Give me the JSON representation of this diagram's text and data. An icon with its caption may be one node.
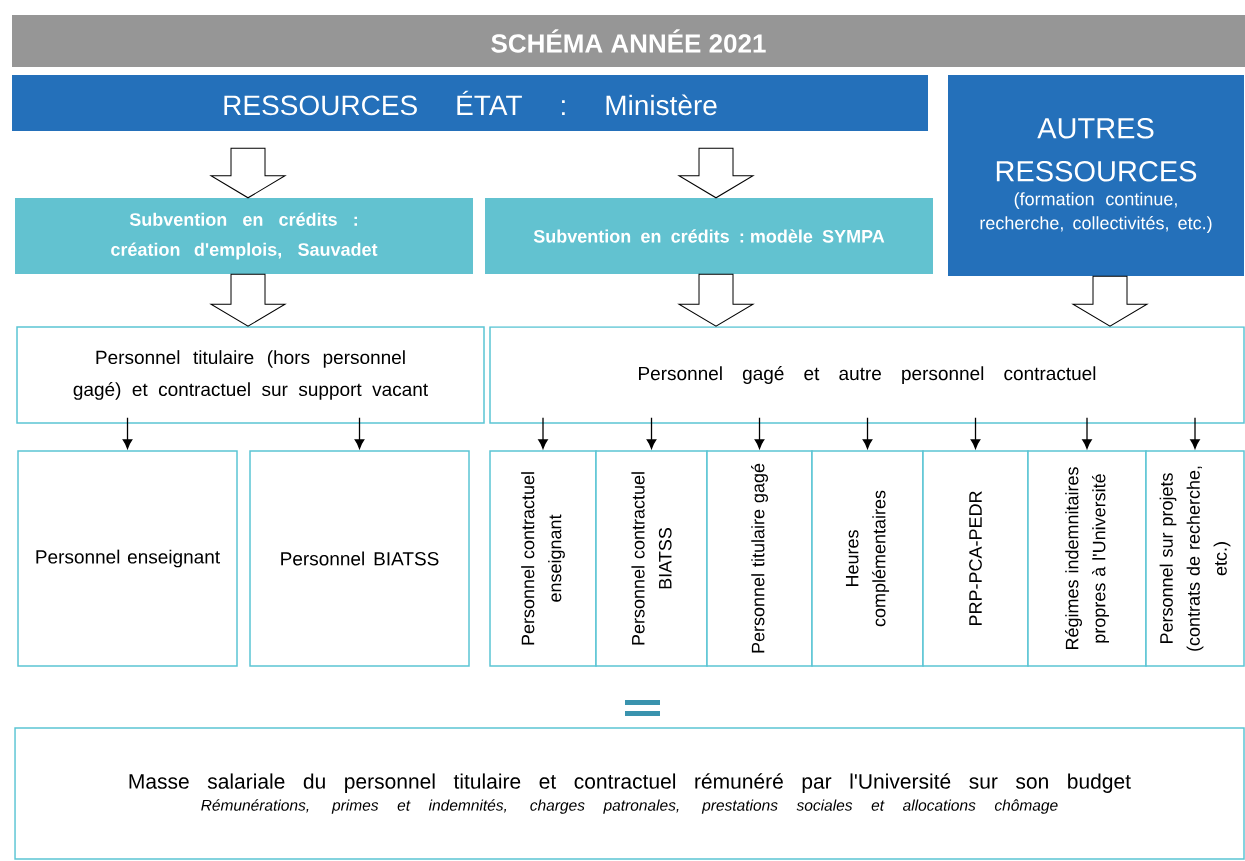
{
  "diagram": {
    "title": "SCHÉMA ANNÉE 2021",
    "nodes": [
      {
        "text": [
          "RESSOURCES ÉTAT : Ministère"
        ]
      },
      {
        "text": [
          "AUTRES RESSOURCES",
          "(formation continue, recherche, collectivités, etc.)"
        ]
      },
      {
        "text": [
          "Subvention en crédits : création d'emplois, Sauvadet"
        ]
      },
      {
        "text": [
          "Subvention en crédits : modèle SYMPA"
        ]
      },
      {
        "text": [
          "Personnel titulaire (hors personnel gagé) et contractuel sur support vacant"
        ]
      },
      {
        "text": [
          "Personnel gagé et autre personnel contractuel"
        ]
      },
      {
        "text": [
          "Personnel enseignant"
        ]
      },
      {
        "text": [
          "Personnel BIATSS"
        ]
      },
      {
        "text": [
          "Personnel contractuel enseignant"
        ]
      },
      {
        "text": [
          "Personnel contractuel BIATSS"
        ]
      },
      {
        "text": [
          "Personnel titulaire gagé"
        ]
      },
      {
        "text": [
          "Heures complémentaires"
        ]
      },
      {
        "text": [
          "PRP-PCA-PEDR"
        ]
      },
      {
        "text": [
          "Régimes indemnitaires propres à l'Université"
        ]
      },
      {
        "text": [
          "Personnel sur projets (contrats de recherche, etc.)"
        ]
      },
      {
        "text": [
          "Masse salariale du personnel titulaire et contractuel rémunéré par l'Université sur son budget",
          "Rémunérations, primes et indemnités, charges patronales, prestations sociales et allocations chômage"
        ]
      }
    ],
    "edges": [
      {
        "from": 0,
        "to": 2,
        "arrow": "to",
        "style": "thick"
      },
      {
        "from": 0,
        "to": 3,
        "arrow": "to",
        "style": "thick"
      },
      {
        "from": 2,
        "to": 4,
        "arrow": "to",
        "style": "thick"
      },
      {
        "from": 3,
        "to": 5,
        "arrow": "to",
        "style": "thick"
      },
      {
        "from": 1,
        "to": 5,
        "arrow": "to",
        "style": "thick"
      },
      {
        "from": 4,
        "to": 6,
        "arrow": "to"
      },
      {
        "from": 4,
        "to": 7,
        "arrow": "to"
      },
      {
        "from": 5,
        "to": 8,
        "arrow": "to"
      },
      {
        "from": 5,
        "to": 9,
        "arrow": "to"
      },
      {
        "from": 5,
        "to": 10,
        "arrow": "to"
      },
      {
        "from": 5,
        "to": 11,
        "arrow": "to"
      },
      {
        "from": 5,
        "to": 12,
        "arrow": "to"
      },
      {
        "from": 5,
        "to": 13,
        "arrow": "to"
      },
      {
        "from": 5,
        "to": 14,
        "arrow": "to"
      }
    ]
  }
}
